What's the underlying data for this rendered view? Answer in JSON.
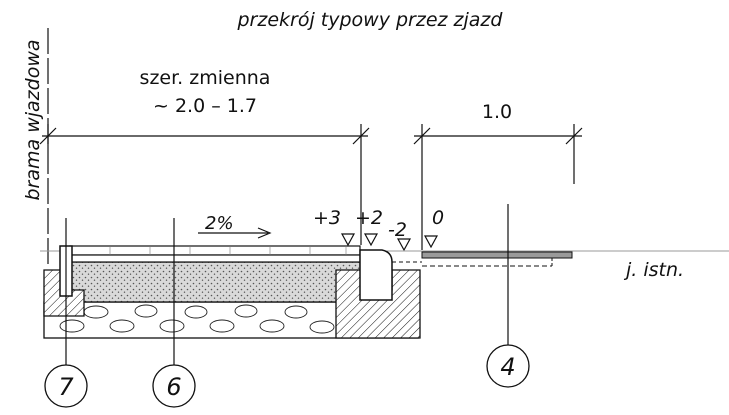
{
  "title": "przekrój typowy przez zjazd",
  "side_label": "brama wjazdowa",
  "width_label_line1": "szer. zmienna",
  "width_label_line2": "~ 2.0 – 1.7",
  "right_dim_label": "1.0",
  "slope_label": "2%",
  "elevations": [
    "+3",
    "+2",
    "-2",
    "0"
  ],
  "existing_label": "j. istn.",
  "callouts": [
    "7",
    "6",
    "4"
  ],
  "colors": {
    "line": "#111111",
    "gravel_fill": "#d9d9d9",
    "existing_pavement": "#9a9a9a",
    "ground_line": "#9a9a9a"
  }
}
